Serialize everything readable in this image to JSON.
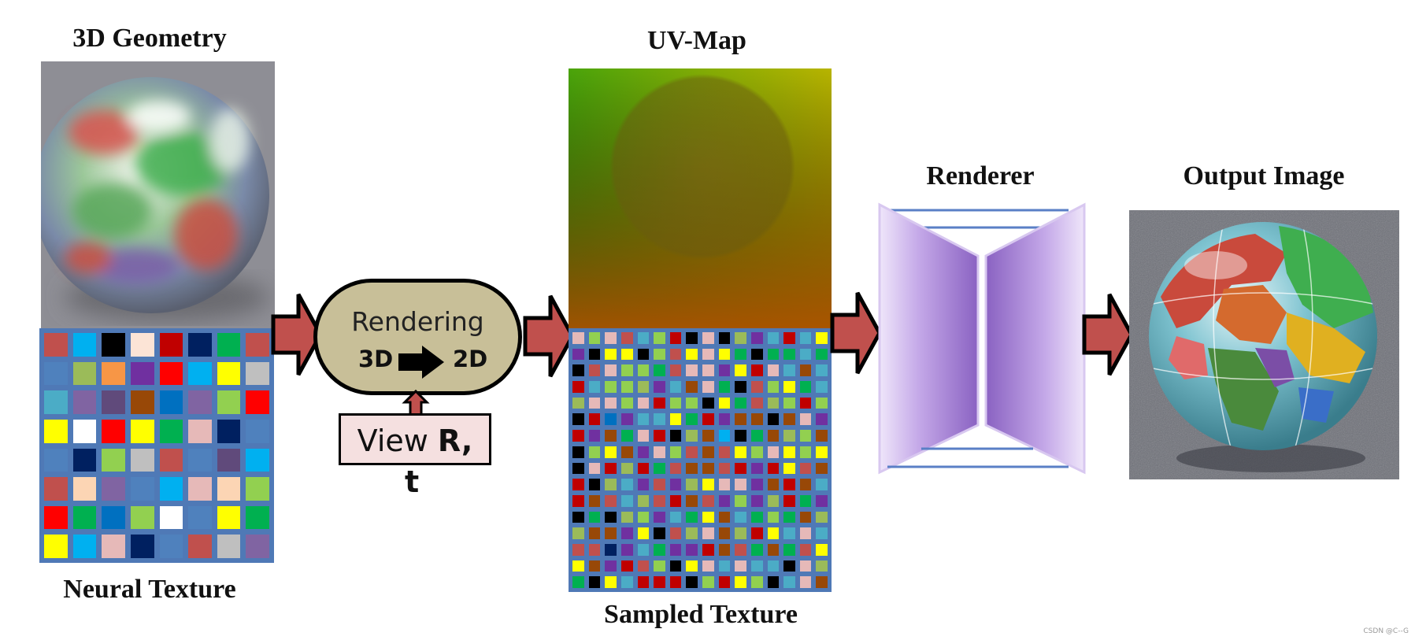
{
  "labels": {
    "geometry": "3D Geometry",
    "neural_texture": "Neural Texture",
    "uv_map": "UV-Map",
    "sampled_texture": "Sampled Texture",
    "renderer": "Renderer",
    "output_image": "Output Image"
  },
  "rendering_box": {
    "title": "Rendering",
    "from": "3D",
    "to": "2D"
  },
  "view_box": {
    "prefix": "View ",
    "bold": "R,",
    "second_line": "t"
  },
  "watermark": "CSDN @C--G",
  "colors": {
    "arrow_fill": "#c0504d",
    "arrow_stroke": "#000000",
    "grid_background": "#4f79b6",
    "rendering_fill": "#c8bf98",
    "view_fill": "#f5e0e0",
    "renderer_purple": "#9b7fd1",
    "renderer_lines": "#5a7fc6"
  },
  "neural_texture_grid": [
    [
      "#c0504d",
      "#00b0f0",
      "#000000",
      "#fce4d6",
      "#c00000",
      "#002060",
      "#00b050",
      "#c0504d"
    ],
    [
      "#4f81bd",
      "#9bbb59",
      "#f79646",
      "#7030a0",
      "#ff0000",
      "#00b0f0",
      "#ffff00",
      "#bfbfbf"
    ],
    [
      "#4bacc6",
      "#8064a2",
      "#604a7b",
      "#984807",
      "#0070c0",
      "#8064a2",
      "#92d050",
      "#ff0000"
    ],
    [
      "#ffff00",
      "#ffffff",
      "#ff0000",
      "#ffff00",
      "#00b050",
      "#e6b9b8",
      "#002060",
      "#4f81bd"
    ],
    [
      "#4f81bd",
      "#002060",
      "#92d050",
      "#bfbfbf",
      "#c0504d",
      "#4f81bd",
      "#604a7b",
      "#00b0f0"
    ],
    [
      "#c0504d",
      "#fcd5b4",
      "#8064a2",
      "#4f81bd",
      "#00b0f0",
      "#e6b9b8",
      "#fcd5b4",
      "#92d050"
    ],
    [
      "#ff0000",
      "#00b050",
      "#0070c0",
      "#92d050",
      "#ffffff",
      "#4f81bd",
      "#ffff00",
      "#00b050"
    ],
    [
      "#ffff00",
      "#00b0f0",
      "#e6b9b8",
      "#002060",
      "#4f81bd",
      "#c0504d",
      "#bfbfbf",
      "#8064a2"
    ]
  ],
  "sampled_palette": [
    "#c0504d",
    "#00b0f0",
    "#000000",
    "#fce4d6",
    "#c00000",
    "#002060",
    "#00b050",
    "#4f81bd",
    "#9bbb59",
    "#f79646",
    "#7030a0",
    "#ff0000",
    "#ffff00",
    "#bfbfbf",
    "#4bacc6",
    "#8064a2",
    "#984807",
    "#0070c0",
    "#92d050",
    "#ffffff",
    "#e6b9b8",
    "#fcd5b4"
  ]
}
